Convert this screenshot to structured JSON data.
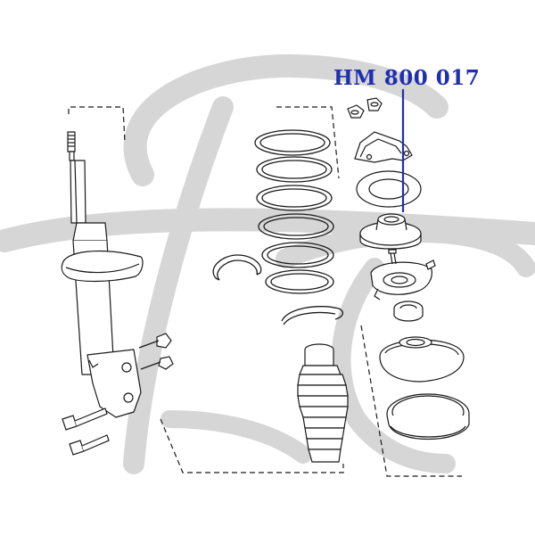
{
  "part_number": "HM 800 017",
  "colors": {
    "line_art": "#1a1a1a",
    "watermark": "#d4d4d4",
    "callout": "#1f2fb0",
    "background": "#ffffff"
  },
  "watermark": {
    "icon": "hf-logo-watermark",
    "text": "Hf"
  },
  "components": [
    "strut-assembly",
    "strut-bolts",
    "coil-spring",
    "spring-seat-ring",
    "dust-boot",
    "mount-nuts",
    "mount-bracket",
    "insulator-plate",
    "strut-mount",
    "mount-with-studs",
    "bearing",
    "upper-spring-seat",
    "rubber-seat"
  ]
}
